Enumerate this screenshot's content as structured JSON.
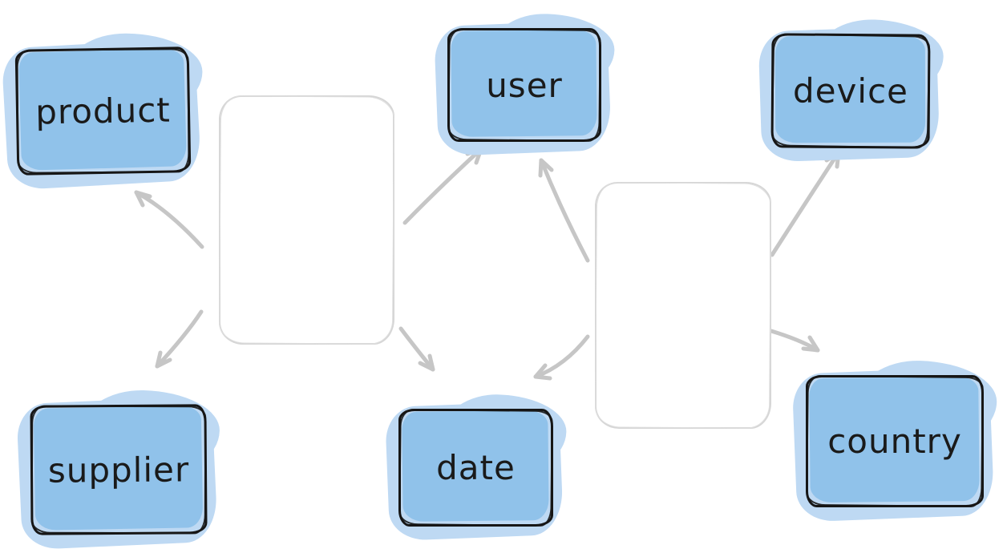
{
  "diagram": {
    "title": "entity diagram with two unlabeled fact boxes linked to dimension nodes",
    "colors": {
      "background": "#ffffff",
      "node_fill": "#90c2ea",
      "node_highlight": "#bed9f3",
      "node_border": "#161616",
      "label_text": "#1a1a1a",
      "empty_box_border": "#d6d6d6",
      "arrow": "#c6c6c6"
    },
    "nodes": [
      {
        "id": "product",
        "label": "product"
      },
      {
        "id": "user",
        "label": "user"
      },
      {
        "id": "device",
        "label": "device"
      },
      {
        "id": "supplier",
        "label": "supplier"
      },
      {
        "id": "date",
        "label": "date"
      },
      {
        "id": "country",
        "label": "country"
      }
    ],
    "empty_boxes": [
      {
        "id": "left-box",
        "label": ""
      },
      {
        "id": "right-box",
        "label": ""
      }
    ],
    "edges": [
      {
        "from": "left-box",
        "to": "product"
      },
      {
        "from": "left-box",
        "to": "user"
      },
      {
        "from": "left-box",
        "to": "supplier"
      },
      {
        "from": "left-box",
        "to": "date"
      },
      {
        "from": "right-box",
        "to": "user"
      },
      {
        "from": "right-box",
        "to": "device"
      },
      {
        "from": "right-box",
        "to": "date"
      },
      {
        "from": "right-box",
        "to": "country"
      }
    ]
  }
}
